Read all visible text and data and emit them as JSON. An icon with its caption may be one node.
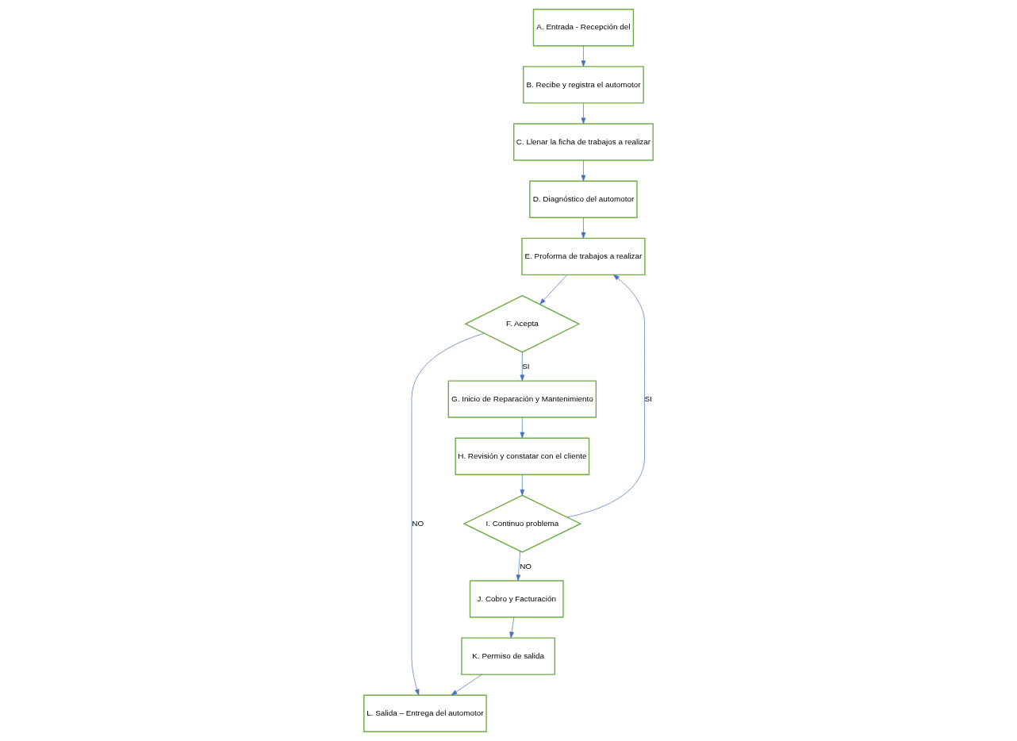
{
  "diagram": {
    "nodes": [
      {
        "text": [
          "A. Entrada - Recepción del"
        ]
      },
      {
        "text": [
          "B. Recibe y registra el automotor"
        ]
      },
      {
        "text": [
          "C. Llenar la ficha de trabajos a realizar"
        ]
      },
      {
        "text": [
          "D. Diagnóstico del automotor"
        ]
      },
      {
        "text": [
          "E. Proforma de trabajos a realizar"
        ]
      },
      {
        "text": [
          "F. Acepta"
        ]
      },
      {
        "text": [
          "G. Inicio de Reparación y Mantenimiento"
        ]
      },
      {
        "text": [
          "H. Revisión y constatar con el cliente"
        ]
      },
      {
        "text": [
          "I. Continuo problema"
        ]
      },
      {
        "text": [
          "J. Cobro y Facturación"
        ]
      },
      {
        "text": [
          "K. Permiso de salida"
        ]
      },
      {
        "text": [
          "L. Salida – Entrega del automotor"
        ]
      }
    ],
    "edges": [
      {
        "from": 0,
        "to": 1,
        "arrow": "to"
      },
      {
        "from": 1,
        "to": 2,
        "arrow": "to"
      },
      {
        "from": 2,
        "to": 3,
        "arrow": "to"
      },
      {
        "from": 3,
        "to": 4,
        "arrow": "to"
      },
      {
        "from": 4,
        "to": 5,
        "arrow": "to"
      },
      {
        "from": 5,
        "to": 11,
        "arrow": "to",
        "label": "NO"
      },
      {
        "from": 5,
        "to": 6,
        "arrow": "to",
        "label": "SI"
      },
      {
        "from": 6,
        "to": 7,
        "arrow": "to"
      },
      {
        "from": 7,
        "to": 8,
        "arrow": "to"
      },
      {
        "from": 8,
        "to": 4,
        "arrow": "to",
        "label": "SI"
      },
      {
        "from": 8,
        "to": 9,
        "arrow": "to",
        "label": "NO"
      },
      {
        "from": 9,
        "to": 10,
        "arrow": "to"
      },
      {
        "from": 10,
        "to": 11,
        "arrow": "to"
      }
    ]
  }
}
